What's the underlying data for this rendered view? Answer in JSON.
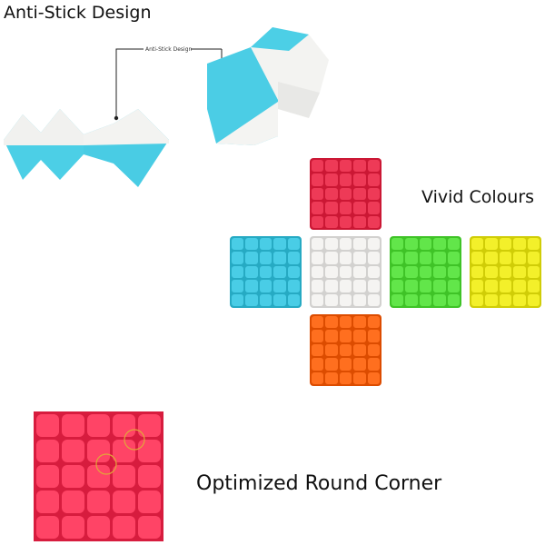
{
  "labels": {
    "anti_stick": "Anti-Stick Design",
    "callout": "Anti-Stick Design",
    "vivid": "Vivid Colours",
    "round_corner": "Optimized Round Corner"
  },
  "colors": {
    "red": "#ee3a57",
    "blue": "#49cde6",
    "white": "#f5f4f2",
    "green": "#62e64a",
    "yellow": "#f3f02a",
    "orange": "#ff6f1f",
    "big_red": "#ff4466",
    "accent_circle": "#e2a63a"
  },
  "faces": [
    "red",
    "blue",
    "white",
    "green",
    "yellow",
    "orange"
  ]
}
